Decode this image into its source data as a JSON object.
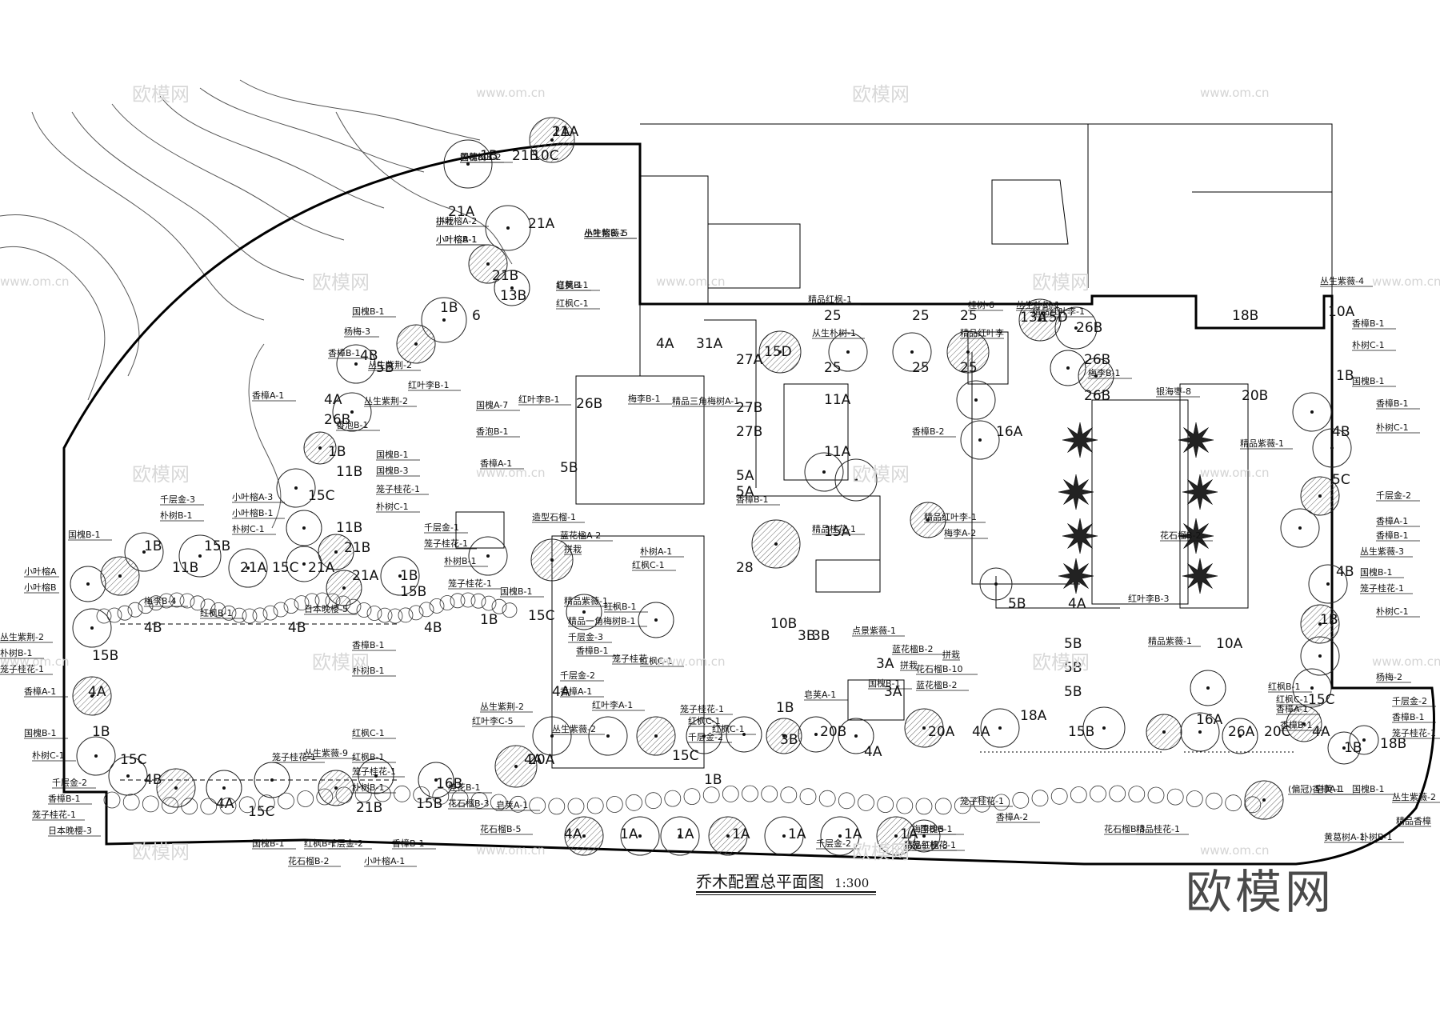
{
  "drawing": {
    "title": "乔木配置总平面图",
    "scale": "1:300"
  },
  "brand": "欧模网",
  "watermark": {
    "text": "欧模网",
    "url": "www.om.cn"
  },
  "tree_codes": [
    "21A",
    "1B",
    "21B",
    "10C",
    "21A",
    "21A",
    "21B",
    "13B",
    "1B",
    "6",
    "4B",
    "5B",
    "4A",
    "26B",
    "1B",
    "11B",
    "15C",
    "11B",
    "21B",
    "15B",
    "21A",
    "1B",
    "11B",
    "21A",
    "15C",
    "21A",
    "1B",
    "15B",
    "4B",
    "4B",
    "4B",
    "15B",
    "4A",
    "1B",
    "15C",
    "4B",
    "4A",
    "15C",
    "21B",
    "16B",
    "15B",
    "1B",
    "15C",
    "4A",
    "4A",
    "20A",
    "15C",
    "1B",
    "26B",
    "4A",
    "31A",
    "15D",
    "27A",
    "27B",
    "27B",
    "5B",
    "5A",
    "5A",
    "25",
    "25",
    "25",
    "25",
    "25",
    "25",
    "11A",
    "11A",
    "13A",
    "15D",
    "26B",
    "26B",
    "26B",
    "16A",
    "15A",
    "28",
    "10B",
    "3B",
    "3B",
    "3A",
    "3A",
    "5B",
    "5B",
    "5B",
    "5B",
    "4A",
    "1B",
    "20B",
    "3B",
    "4A",
    "20A",
    "4A",
    "18A",
    "15B",
    "16A",
    "26A",
    "20C",
    "4A",
    "1B",
    "18B",
    "18B",
    "20B",
    "10A",
    "10A",
    "1B",
    "4B",
    "5C",
    "4B",
    "1B",
    "15C",
    "4A",
    "1A",
    "1A",
    "1A",
    "1A",
    "1A",
    "1A",
    "1A"
  ],
  "plant_labels": [
    "国槐B-1",
    "小叶榕A-2",
    "小叶榕B-1",
    "丛生紫薇-5",
    "红枫B-1",
    "红枫C-1",
    "国槐B-1",
    "杨梅-3",
    "香樟B-1",
    "丛生紫荆-2",
    "红叶李B-1",
    "香樟A-1",
    "丛生紫荆-2",
    "香泡B-1",
    "国槐B-1",
    "国槐B-3",
    "笼子桂花-1",
    "朴树C-1",
    "小叶榕A-3",
    "小叶榕B-1",
    "朴树C-1",
    "千层金-3",
    "朴树B-1",
    "国槐B-1",
    "小叶榕A",
    "小叶榕B",
    "梅李B-4",
    "红枫B-1",
    "日本晚樱-5",
    "丛生紫荆-2",
    "朴树B-1",
    "笼子桂花-1",
    "香樟A-1",
    "国槐B-1",
    "朴树C-1",
    "千层金-2",
    "香樟B-1",
    "笼子桂花-1",
    "日本晚樱-3",
    "香樟B-1",
    "朴树B-1",
    "笼子桂花-1",
    "红枫B-1",
    "红枫C-1",
    "千层金-2",
    "香樟B-1",
    "红枫B-1",
    "丛生紫薇-9",
    "笼子桂花-1",
    "朴树B-1",
    "桂花B-1",
    "花石榴B-3",
    "花石榴B-2",
    "国槐B-1",
    "小叶榕A-1",
    "造型石榴-1",
    "千层金-1",
    "笼子桂花-1",
    "朴树B-1",
    "笼子桂花-1",
    "国槐B-1",
    "丛生紫荆-2",
    "红叶李C-5",
    "皂荚A-1",
    "花石榴B-5",
    "国槐A-7",
    "香泡B-1",
    "香樟A-1",
    "红叶李B-1",
    "梅李B-1",
    "精品三角梅树A-1",
    "香樟B-1",
    "香樟B-2",
    "精品红叶李-1",
    "梅李A-2",
    "精品桂花-1",
    "蓝花楹A-2",
    "拼栽",
    "朴树A-1",
    "红枫C-1",
    "红枫B-1",
    "精品紫薇-1",
    "精品一角梅树B-1",
    "千层金-3",
    "香樟B-1",
    "笼子桂花",
    "红枫C-1",
    "千层金-2",
    "香樟A-1",
    "红叶李A-1",
    "丛生紫薇-2",
    "笼子桂花-1",
    "红枫C-1",
    "千层金-2",
    "红枫C-1",
    "点景紫薇-1",
    "蓝花楹B-2",
    "拼栽",
    "蓝花楹B-2",
    "拼栽",
    "花石榴B-10",
    "皂荚A-1",
    "国槐B-1",
    "笼子桂花-1",
    "香樟A-2",
    "国槐B-1",
    "梅李B-5",
    "精品红枫-3",
    "笼子桂花-1",
    "千层金-2",
    "精品红枫-1",
    "从生朴树-1",
    "精品红叶李",
    "桂树-6",
    "丛生朴树-1",
    "精品红叶李-1",
    "梅李B-1",
    "银海枣-8",
    "精品紫薇-1",
    "花石榴B-2",
    "红叶李B-3",
    "精品紫薇-1",
    "花石榴B-3",
    "精品桂花-1",
    "黄葛树A-1",
    "朴树B-1",
    "精品香樟",
    "(偏冠) 皂荚-1",
    "香樟A-1",
    "国槐B-1",
    "丛生紫薇-2",
    "红枫B-1",
    "红枫C-1",
    "香樟A-1",
    "香樟B-1",
    "丛生紫薇-4",
    "香樟B-1",
    "朴树C-1",
    "国槐B-1",
    "香樟B-1",
    "朴树C-1",
    "千层金-2",
    "香樟A-1",
    "香樟B-1",
    "丛生紫薇-3",
    "国槐B-1",
    "笼子桂花-1",
    "朴树C-1",
    "杨梅-2",
    "千层金-2",
    "香樟B-1",
    "笼子桂花-1",
    "黄葛树B-2",
    "拼栽",
    "小叶榕A-1",
    "小叶榕B-1",
    "皂荚-1"
  ]
}
